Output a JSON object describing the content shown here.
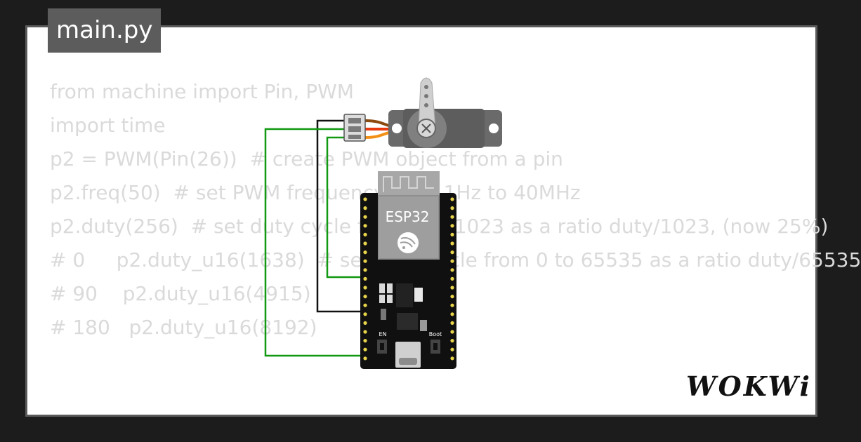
{
  "file_tab": {
    "label": "main.py"
  },
  "code_lines": [
    "from machine import Pin, PWM",
    "import time",
    "",
    "",
    "p2 = PWM(Pin(26))  # create PWM object from a pin",
    "p2.freq(50)  # set PWM frequency from 1Hz to 40MHz",
    "p2.duty(256)  # set duty cycle from 0 to 1023 as a ratio duty/1023, (now 25%)",
    "",
    "# 0     p2.duty_u16(1638)  # set duty cycle from 0 to 65535 as a ratio duty/65535",
    "# 90    p2.duty_u16(4915)",
    "# 180   p2.duty_u16(8192)"
  ],
  "board": {
    "chip_label": "ESP32",
    "button_left": "EN",
    "button_right": "Boot"
  },
  "brand": {
    "logo_text": "WOKWi"
  },
  "colors": {
    "wire_green": "#119911",
    "wire_black": "#111111",
    "servo_red": "#e8380d",
    "servo_orange": "#f28f15",
    "servo_brown": "#8b4a0f",
    "board_black": "#101010",
    "module_silver": "#9a9a9a",
    "pin_yellow": "#e8d44a"
  }
}
